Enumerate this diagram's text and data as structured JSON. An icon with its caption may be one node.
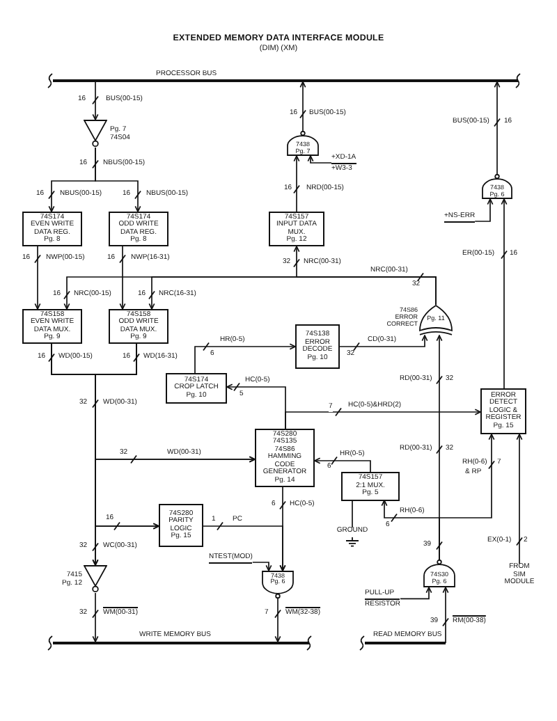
{
  "diagram": {
    "title": "EXTENDED MEMORY DATA INTERFACE MODULE",
    "nodes": [
      {
        "text": [],
        "shape": "line",
        "beside": [
          "PROCESSOR BUS"
        ]
      },
      {
        "text": [
          "Pg. 7 74S04"
        ]
      },
      {
        "text": [
          "74S174",
          "EVEN WRITE DATA REG.",
          "Pg. 8"
        ]
      },
      {
        "text": [
          "74S174",
          "ODD WRITE DATA REG.",
          "Pg. 8"
        ]
      },
      {
        "text": [
          "7438 Pg. 7"
        ]
      },
      {
        "text": [
          "74S157",
          "INPUT DATA MUX.",
          "Pg. 12"
        ]
      },
      {
        "text": [
          "7438 Pg. 6"
        ]
      },
      {
        "text": [
          "74S158",
          "EVEN WRITE DATA MUX.",
          "Pg. 9"
        ]
      },
      {
        "text": [
          "74S158",
          "ODD WRITE DATA MUX.",
          "Pg. 9"
        ]
      },
      {
        "text": [
          "74S86 ERROR CORRECT",
          "Pg. 11"
        ]
      },
      {
        "text": [
          "74S174",
          "CROP LATCH",
          "Pg. 10"
        ]
      },
      {
        "text": [
          "74S138",
          "ERROR DECODE",
          "Pg. 10"
        ]
      },
      {
        "text": [
          "ERROR DETECT LOGIC & REGISTER",
          "Pg. 15"
        ]
      },
      {
        "text": [
          "74S280",
          "74S135",
          "74S86",
          "HAMMING CODE GENERATOR",
          "Pg. 14"
        ]
      },
      {
        "text": [
          "74S157",
          "2:1 MUX.",
          "Pg. 5"
        ]
      },
      {
        "text": [
          "74S280",
          "PARITY LOGIC",
          "Pg. 15"
        ]
      },
      {
        "text": [
          "7415 Pg. 12"
        ]
      },
      {
        "text": [
          "7438 Pg. 6"
        ]
      },
      {
        "text": [
          "74S30 Pg. 6"
        ]
      },
      {
        "text": [],
        "shape": "line",
        "beside": [
          "WRITE MEMORY BUS"
        ]
      },
      {
        "text": [],
        "shape": "line",
        "beside": [
          "READ MEMORY BUS"
        ]
      },
      {
        "text": [
          "PULL-UP",
          "RESISTOR"
        ]
      },
      {
        "text": [
          "GROUND"
        ]
      },
      {
        "text": [
          "FROM SIM MODULE"
        ]
      },
      {
        "text": [
          "+NS-ERR"
        ]
      },
      {
        "text": [
          "+XD-1A",
          "+W3-3"
        ]
      },
      {
        "text": [
          "NTEST(MOD)"
        ]
      }
    ],
    "edges": [
      {
        "from": 0,
        "to": 1,
        "arrow": "to",
        "label": "BUS(00-15)"
      },
      {
        "from": 1,
        "to": 2,
        "arrow": "to",
        "label": "NBUS(00-15)"
      },
      {
        "from": 1,
        "to": 3,
        "arrow": "to",
        "label": "NBUS(00-15)"
      },
      {
        "from": 4,
        "to": 0,
        "arrow": "to",
        "label": "BUS(00-15)"
      },
      {
        "from": 5,
        "to": 4,
        "arrow": "to",
        "label": "NRD(00-15)"
      },
      {
        "from": 25,
        "to": 4,
        "arrow": "to"
      },
      {
        "from": 6,
        "to": 0,
        "arrow": "to",
        "label": "BUS(00-15)"
      },
      {
        "from": 24,
        "to": 6,
        "arrow": "to"
      },
      {
        "from": 12,
        "to": 6,
        "arrow": "to",
        "label": "ER(00-15)"
      },
      {
        "from": 2,
        "to": 7,
        "arrow": "to",
        "label": "NWP(00-15)"
      },
      {
        "from": 3,
        "to": 8,
        "arrow": "to",
        "label": "NWP(16-31)"
      },
      {
        "from": 9,
        "to": 5,
        "arrow": "to",
        "label": "NRC(00-31)"
      },
      {
        "from": 9,
        "to": 7,
        "arrow": "to",
        "label": "NRC(00-15)"
      },
      {
        "from": 9,
        "to": 8,
        "arrow": "to",
        "label": "NRC(16-31)"
      },
      {
        "from": 10,
        "to": 11,
        "arrow": "to",
        "label": "HR(0-5)"
      },
      {
        "from": 11,
        "to": 9,
        "arrow": "to",
        "label": "CD(0-31)"
      },
      {
        "from": 7,
        "to": 16,
        "arrow": "to",
        "label": "WD(00-15)"
      },
      {
        "from": 8,
        "to": 16,
        "arrow": "to",
        "label": "WD(16-31)"
      },
      {
        "from": 7,
        "to": 13,
        "arrow": "to",
        "label": "WD(00-31)"
      },
      {
        "from": 8,
        "to": 13,
        "arrow": "to"
      },
      {
        "from": 7,
        "to": 15,
        "arrow": "to"
      },
      {
        "from": 8,
        "to": 15,
        "arrow": "to"
      },
      {
        "from": 13,
        "to": 10,
        "arrow": "to",
        "label": "HC(0-5)"
      },
      {
        "from": 13,
        "to": 12,
        "arrow": "to",
        "label": "HC(0-5)&HRD(2)"
      },
      {
        "from": 18,
        "to": 9,
        "arrow": "to",
        "label": "RD(00-31)"
      },
      {
        "from": 14,
        "to": 13,
        "arrow": "to",
        "label": "HR(0-5)"
      },
      {
        "from": 18,
        "to": 12,
        "arrow": "to",
        "label": "RH(0-6)"
      },
      {
        "from": 13,
        "to": 17,
        "arrow": "to",
        "label": "HC(0-5)"
      },
      {
        "from": 18,
        "to": 14,
        "arrow": "to",
        "label": "RH(0-6)"
      },
      {
        "from": 15,
        "to": 17,
        "arrow": "to",
        "label": "PC"
      },
      {
        "from": 22,
        "to": 14,
        "arrow": "none"
      },
      {
        "from": 23,
        "to": 12,
        "arrow": "to",
        "label": "EX(0-1)"
      },
      {
        "from": 26,
        "to": 17,
        "arrow": "to"
      },
      {
        "from": 16,
        "to": 19,
        "arrow": "to",
        "label": "WM(00-31)"
      },
      {
        "from": 17,
        "to": 19,
        "arrow": "to",
        "label": "WM(32-38)"
      },
      {
        "from": 21,
        "to": 18,
        "arrow": "to"
      },
      {
        "from": 20,
        "to": 18,
        "arrow": "to",
        "label": "RM(00-38)"
      }
    ],
    "labels": [
      "(DIM) (XM)",
      "16",
      "16",
      "16",
      "16",
      "NBUS(00-15)",
      "16",
      "16",
      "16",
      "16",
      "16",
      "16",
      "32",
      "NRC(00-31)",
      "32",
      "16",
      "16",
      "6",
      "32",
      "16",
      "16",
      "32",
      "5",
      "32",
      "WD(00-31)",
      "7",
      "RD(00-31)",
      "32",
      "32",
      "6",
      "7",
      "& RP",
      "6",
      "6",
      "16",
      "1",
      "39",
      "2",
      "32",
      "WC(00-31)",
      "32",
      "7",
      "39"
    ]
  }
}
